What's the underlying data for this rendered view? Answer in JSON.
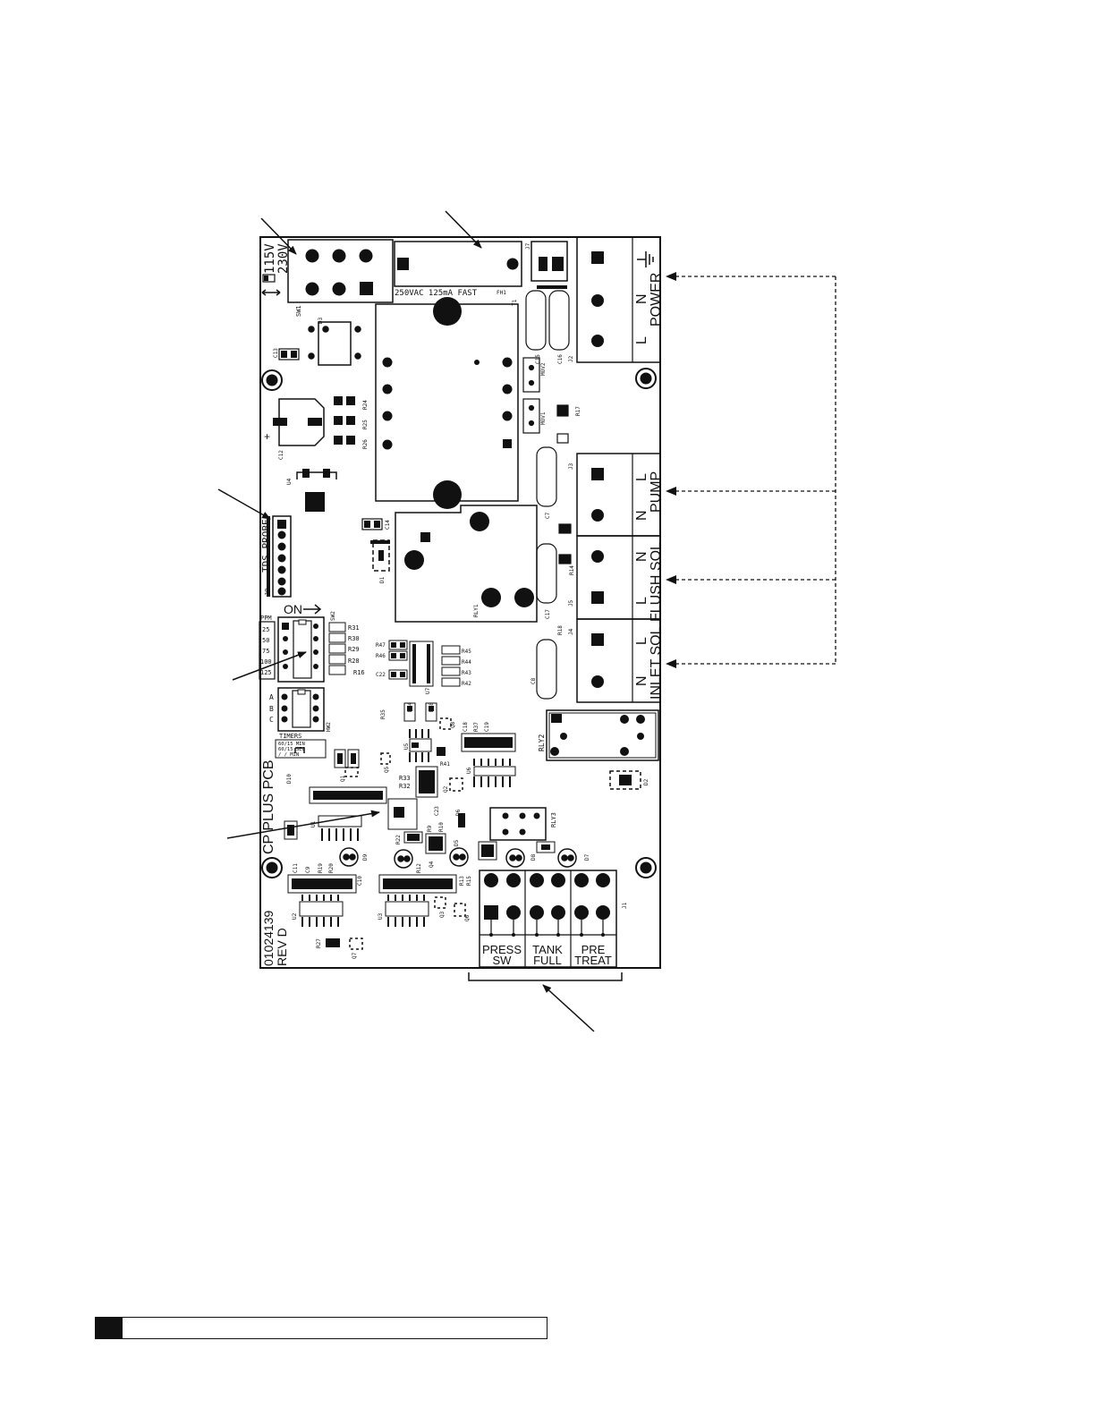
{
  "switch_voltage": {
    "top": "115V",
    "bottom": "230V"
  },
  "sw1": "SW1",
  "fuse": {
    "rating": "250VAC 125mA FAST",
    "ref": "FH1"
  },
  "transformer": "T1",
  "j7": "J7",
  "power": {
    "title": "POWER",
    "n": "N",
    "l": "L",
    "ref": "J2"
  },
  "pump": {
    "title": "PUMP",
    "l": "L",
    "n": "N",
    "ref": "J3"
  },
  "flush": {
    "title": "FLUSH SOL",
    "n": "N",
    "l": "L",
    "ref": "J5"
  },
  "inlet": {
    "title": "INLET SOL",
    "l": "L",
    "n": "N",
    "ref": "J4"
  },
  "tds_probe": {
    "label": "TDS PROBE",
    "ref": "J9"
  },
  "dip_switch": {
    "on": "ON",
    "ref": "SW2"
  },
  "ppm": {
    "title": "PPM",
    "values": [
      "25",
      "50",
      "75",
      "100",
      "125"
    ]
  },
  "jumper_abc": [
    "A",
    "B",
    "C"
  ],
  "jumper_ref": "HW2",
  "timers": {
    "title": "TIMERS",
    "rows": [
      "60/15 MIN",
      "60/15 SEC",
      "/ / MIN"
    ]
  },
  "board_name": "CP PLUS PCB",
  "part_no": "01024139",
  "rev": "REV D",
  "connector_j1": {
    "ref": "J1",
    "labels": [
      {
        "line1": "PRESS",
        "line2": "SW"
      },
      {
        "line1": "TANK",
        "line2": "FULL"
      },
      {
        "line1": "PRE",
        "line2": "TREAT"
      }
    ]
  },
  "relays": [
    "RLY1",
    "RLY2",
    "RLY3"
  ],
  "varistors": [
    "MOV2",
    "MOV1"
  ],
  "caps": [
    "C13",
    "C12",
    "C14",
    "C15",
    "C16",
    "C7",
    "C17",
    "C8",
    "C22",
    "C23",
    "C11",
    "C9",
    "C10",
    "C18",
    "C19"
  ],
  "resistors": [
    "R24",
    "R25",
    "R26",
    "R17",
    "R14",
    "R18",
    "R31",
    "R30",
    "R29",
    "R28",
    "R16",
    "R47",
    "R46",
    "R45",
    "R44",
    "R43",
    "R42",
    "R35",
    "R34",
    "R38",
    "R37",
    "R33",
    "R32",
    "R41",
    "R9",
    "R10",
    "R12",
    "R13",
    "R15",
    "R19",
    "R20",
    "R27",
    "R22"
  ],
  "ics": [
    "U1",
    "U2",
    "U3",
    "U4",
    "U5",
    "U6",
    "U7"
  ],
  "diodes": [
    "D1",
    "D2",
    "D3",
    "D5",
    "D6",
    "D7",
    "D8",
    "D9",
    "D10"
  ],
  "transistors": [
    "Q1",
    "Q2",
    "Q3",
    "Q4",
    "Q5",
    "Q6",
    "Q7",
    "Q8"
  ],
  "colors": {
    "ink": "#111111",
    "paper": "#ffffff"
  }
}
